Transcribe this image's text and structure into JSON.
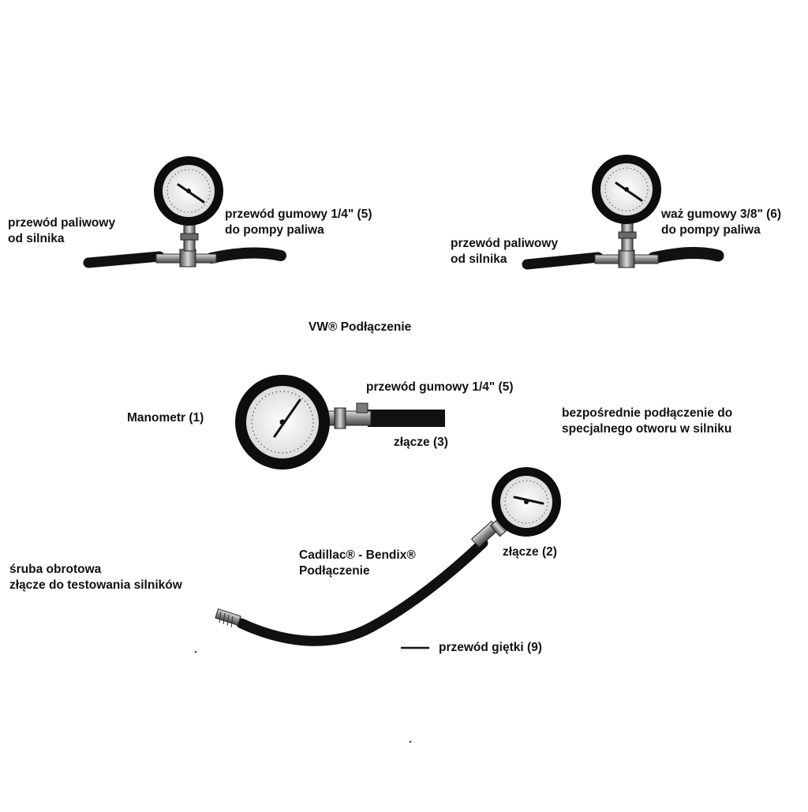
{
  "diagram": {
    "top_left": {
      "line_label": [
        "przewód paliwowy",
        "od silnika"
      ],
      "hose_label": [
        "przewód gumowy 1/4\" (5)",
        "do pompy paliwa"
      ]
    },
    "top_right": {
      "hose_label": [
        "waż gumowy 3/8\" (6)",
        "do pompy paliwa"
      ],
      "line_label": [
        "przewód paliwowy",
        "od silnika"
      ]
    },
    "vw": {
      "title": "VW®  Podłączenie",
      "hose_label": "przewód gumowy 1/4\"  (5)",
      "gauge_label": "Manometr  (1)",
      "fitting_label": "złącze  (3)",
      "note": [
        "bezpośrednie podłączenie do",
        "specjalnego otworu w silniku"
      ]
    },
    "cadillac": {
      "title": [
        "Cadillac® - Bendix®",
        "Podłączenie"
      ],
      "fitting_label": "złącze  (2)",
      "screw_label": [
        "śruba obrotowa",
        "złącze do testowania silników"
      ],
      "flex_label": "przewód giętki  (9)"
    }
  },
  "colors": {
    "ink": "#111111",
    "gauge_face": "#f2f2f2",
    "gauge_rim": "#0d0d0d",
    "metal": "#9a9a9a",
    "background": "#ffffff"
  }
}
